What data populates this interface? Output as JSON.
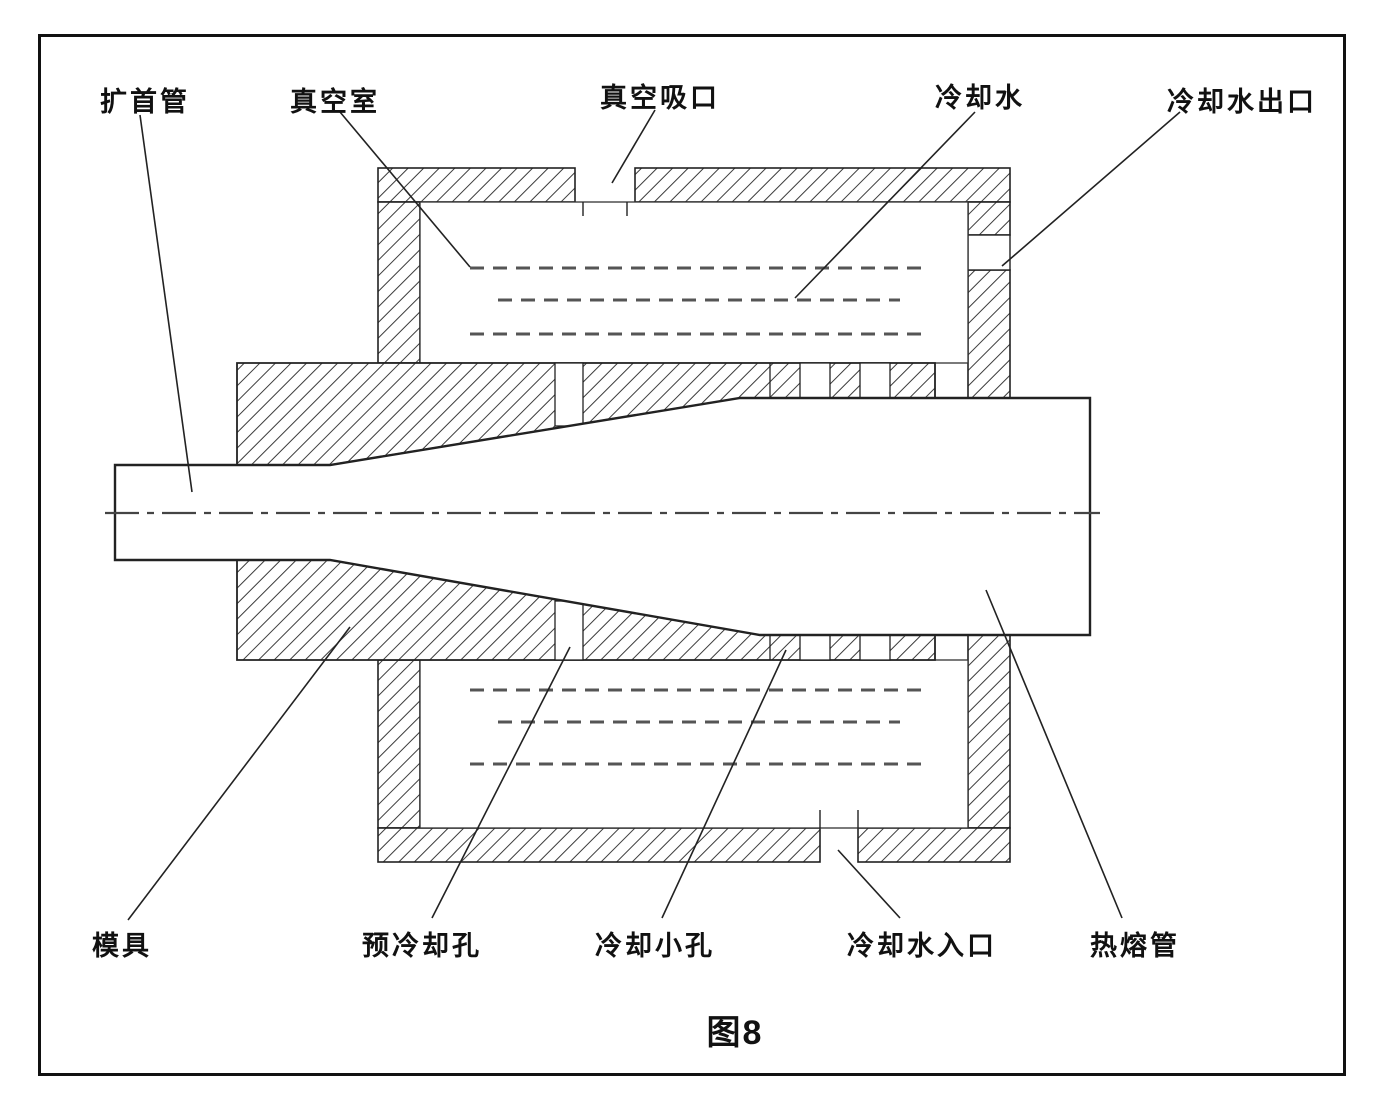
{
  "figure": {
    "caption": "图8",
    "labels": {
      "expansion_pipe": "扩首管",
      "vacuum_chamber": "真空室",
      "vacuum_suction_port": "真空吸口",
      "cooling_water": "冷却水",
      "cooling_water_outlet": "冷却水出口",
      "mold": "模具",
      "pre_cooling_holes": "预冷却孔",
      "small_cooling_holes": "冷却小孔",
      "cooling_water_inlet": "冷却水入口",
      "hot_melt_pipe": "热熔管"
    },
    "colors": {
      "ink": "#1a1a1a",
      "background": "#ffffff"
    }
  }
}
